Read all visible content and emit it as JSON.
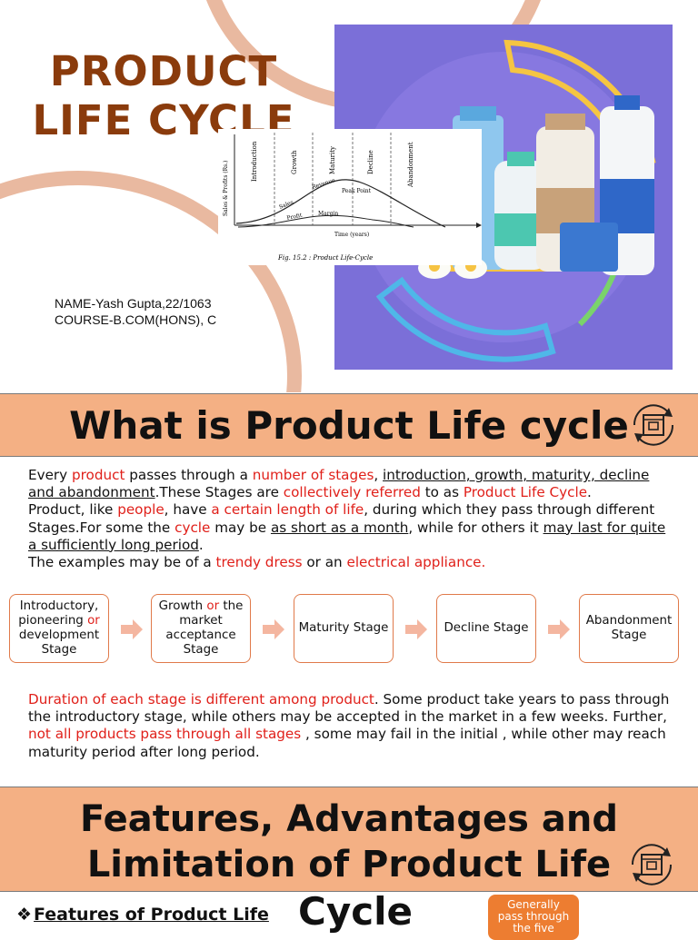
{
  "slide1": {
    "title_line1": "PRODUCT",
    "title_line2": "LIFE CYCLE",
    "name_line": "NAME-Yash Gupta,22/1063",
    "course_line": "COURSE-B.COM(HONS), C",
    "figure": {
      "stages": [
        "Introduction",
        "Growth",
        "Maturity",
        "Decline",
        "Abandonment"
      ],
      "y_axis_label": "Sales & Profits (Rs.)",
      "x_axis_label": "Time (years)",
      "curve_labels": [
        "Sales",
        "Revenue",
        "Peak Point",
        "Profit",
        "Margin"
      ],
      "caption": "Fig. 15.2 : Product Life-Cycle"
    }
  },
  "slide2": {
    "heading": "What is Product Life cycle",
    "p1": {
      "t1": "Every ",
      "r1": "product",
      "t2": " passes through a ",
      "r2": "number of stages",
      "t3": ", ",
      "u1": "introduction, growth, maturity, decline and abandonment",
      "t4": ".These Stages are ",
      "r3": "collectively referred",
      "t5": " to as ",
      "r4": "Product Life Cycle",
      "t6": "."
    },
    "p2": {
      "t1": "Product, like ",
      "r1": "people",
      "t2": ", have ",
      "r2": "a certain length of life",
      "t3": ", during which they pass through different Stages.For some the ",
      "r3": "cycle",
      "t4": " may be ",
      "u1": "as short as a month",
      "t5": ", while for others it ",
      "u2": "may last for quite a sufficiently long period",
      "t6": "."
    },
    "p3": {
      "t1": "The examples may be of a ",
      "r1": "trendy dress",
      "t2": " or an ",
      "r2": "electrical appliance."
    },
    "stages": {
      "s1a": "Introductory, pioneering ",
      "s1or": "or",
      "s1b": " development Stage",
      "s2a": "Growth  ",
      "s2or": "or",
      "s2b": " the market acceptance Stage",
      "s3": "Maturity Stage",
      "s4": "Decline Stage",
      "s5": "Abandonment Stage"
    },
    "p4": {
      "r1": "Duration of each stage is different among product",
      "t1": ". Some product take years to pass through the introductory stage, while others may be accepted in the market in a few weeks. Further, ",
      "r2": "not all products pass through all stages",
      "t2": " , some may fail in the initial , while other may reach maturity period after long period."
    }
  },
  "slide3": {
    "heading_line1": "Features, Advantages and",
    "heading_line2": "Limitation of Product Life",
    "heading_line3": "Cycle",
    "bullet": "❖",
    "features_title": "Features of Product Life",
    "pill_line1": "Generally",
    "pill_line2": "pass through",
    "pill_line3": "the five"
  },
  "colors": {
    "title_brown": "#8a3b0c",
    "banner_peach": "#f4b084",
    "accent_red": "#e0201a",
    "stage_border": "#e07a4a",
    "arrow_peach": "#f4b6a0",
    "pill_orange": "#ed7d31",
    "illustration_bg": "#7b6fd8"
  }
}
